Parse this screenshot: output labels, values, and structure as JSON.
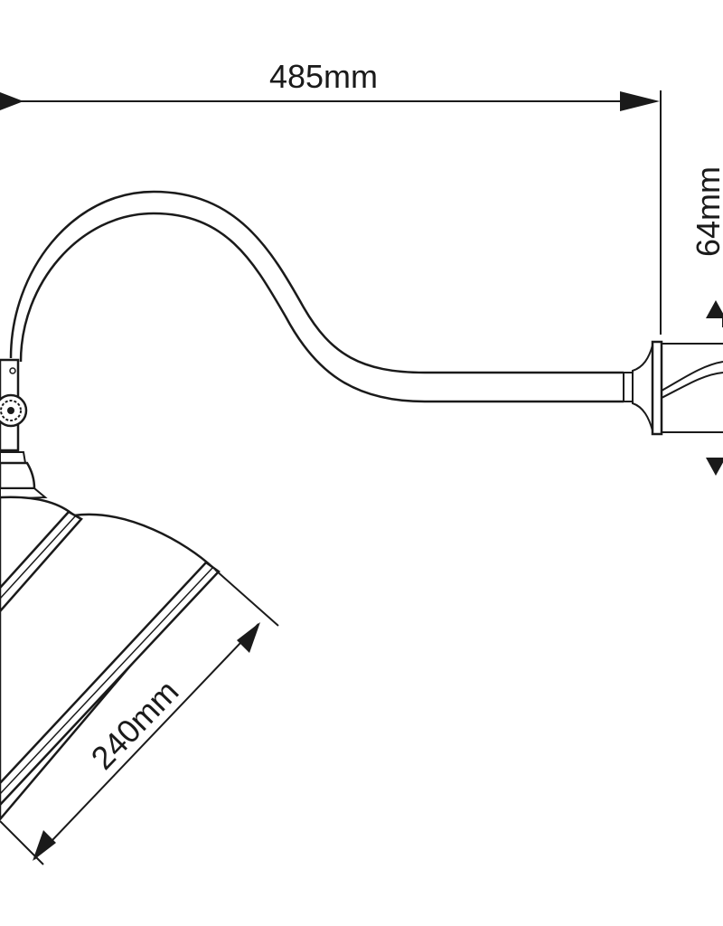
{
  "drawing": {
    "dimensions": {
      "length_label": "485mm",
      "backplate_label": "64mm",
      "shade_label": "240mm"
    },
    "colors": {
      "line": "#1a1a1a",
      "background": "#ffffff"
    }
  }
}
